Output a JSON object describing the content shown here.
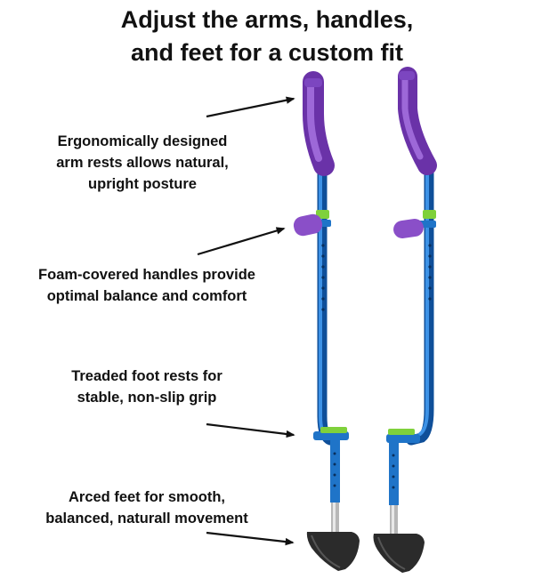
{
  "title": {
    "line1": "Adjust the arms, handles,",
    "line2": "and feet for a custom fit"
  },
  "callouts": [
    {
      "lines": [
        "Ergonomically designed",
        "arm rests allows natural,",
        "upright posture"
      ]
    },
    {
      "lines": [
        "Foam-covered handles provide",
        "optimal balance and comfort"
      ]
    },
    {
      "lines": [
        "Treaded foot rests for",
        "stable, non-slip grip"
      ]
    },
    {
      "lines": [
        "Arced feet for smooth,",
        "balanced, naturall movement"
      ]
    }
  ],
  "colors": {
    "shaft": "#1f74c8",
    "shaft_dark": "#0f4f99",
    "foam": "#8a4fc8",
    "foam_dark": "#6a32a8",
    "collar": "#7fd13b",
    "foot": "#2b2b2b",
    "arrow": "#111111"
  }
}
